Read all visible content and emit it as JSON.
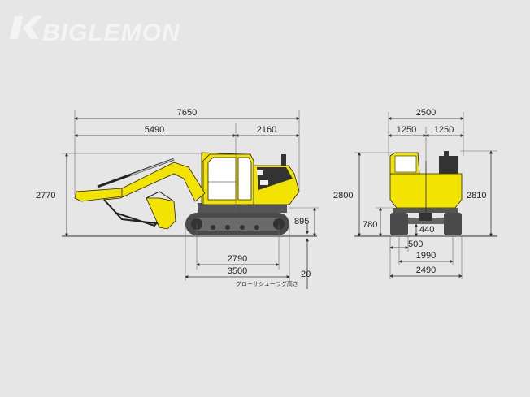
{
  "brand": {
    "logo_text": "BIGLEMON"
  },
  "side_view": {
    "overall_length": "7650",
    "front_length": "5490",
    "tail_length": "2160",
    "overall_height": "2770",
    "track_length": "2790",
    "undercarriage_length": "3500",
    "counterweight_clearance": "895",
    "grouser_height": "20",
    "grouser_note": "グローサシューラグ高さ"
  },
  "front_view": {
    "overall_width": "2500",
    "half_width_left": "1250",
    "half_width_right": "1250",
    "cab_height": "2800",
    "overall_height_right": "2810",
    "upper_clearance": "780",
    "ground_clearance": "440",
    "shoe_width": "500",
    "track_gauge": "1990",
    "track_width": "2490"
  },
  "colors": {
    "machine_yellow": "#f2e400",
    "track_gray": "#4a4a4a",
    "background": "#e6e6e6"
  }
}
